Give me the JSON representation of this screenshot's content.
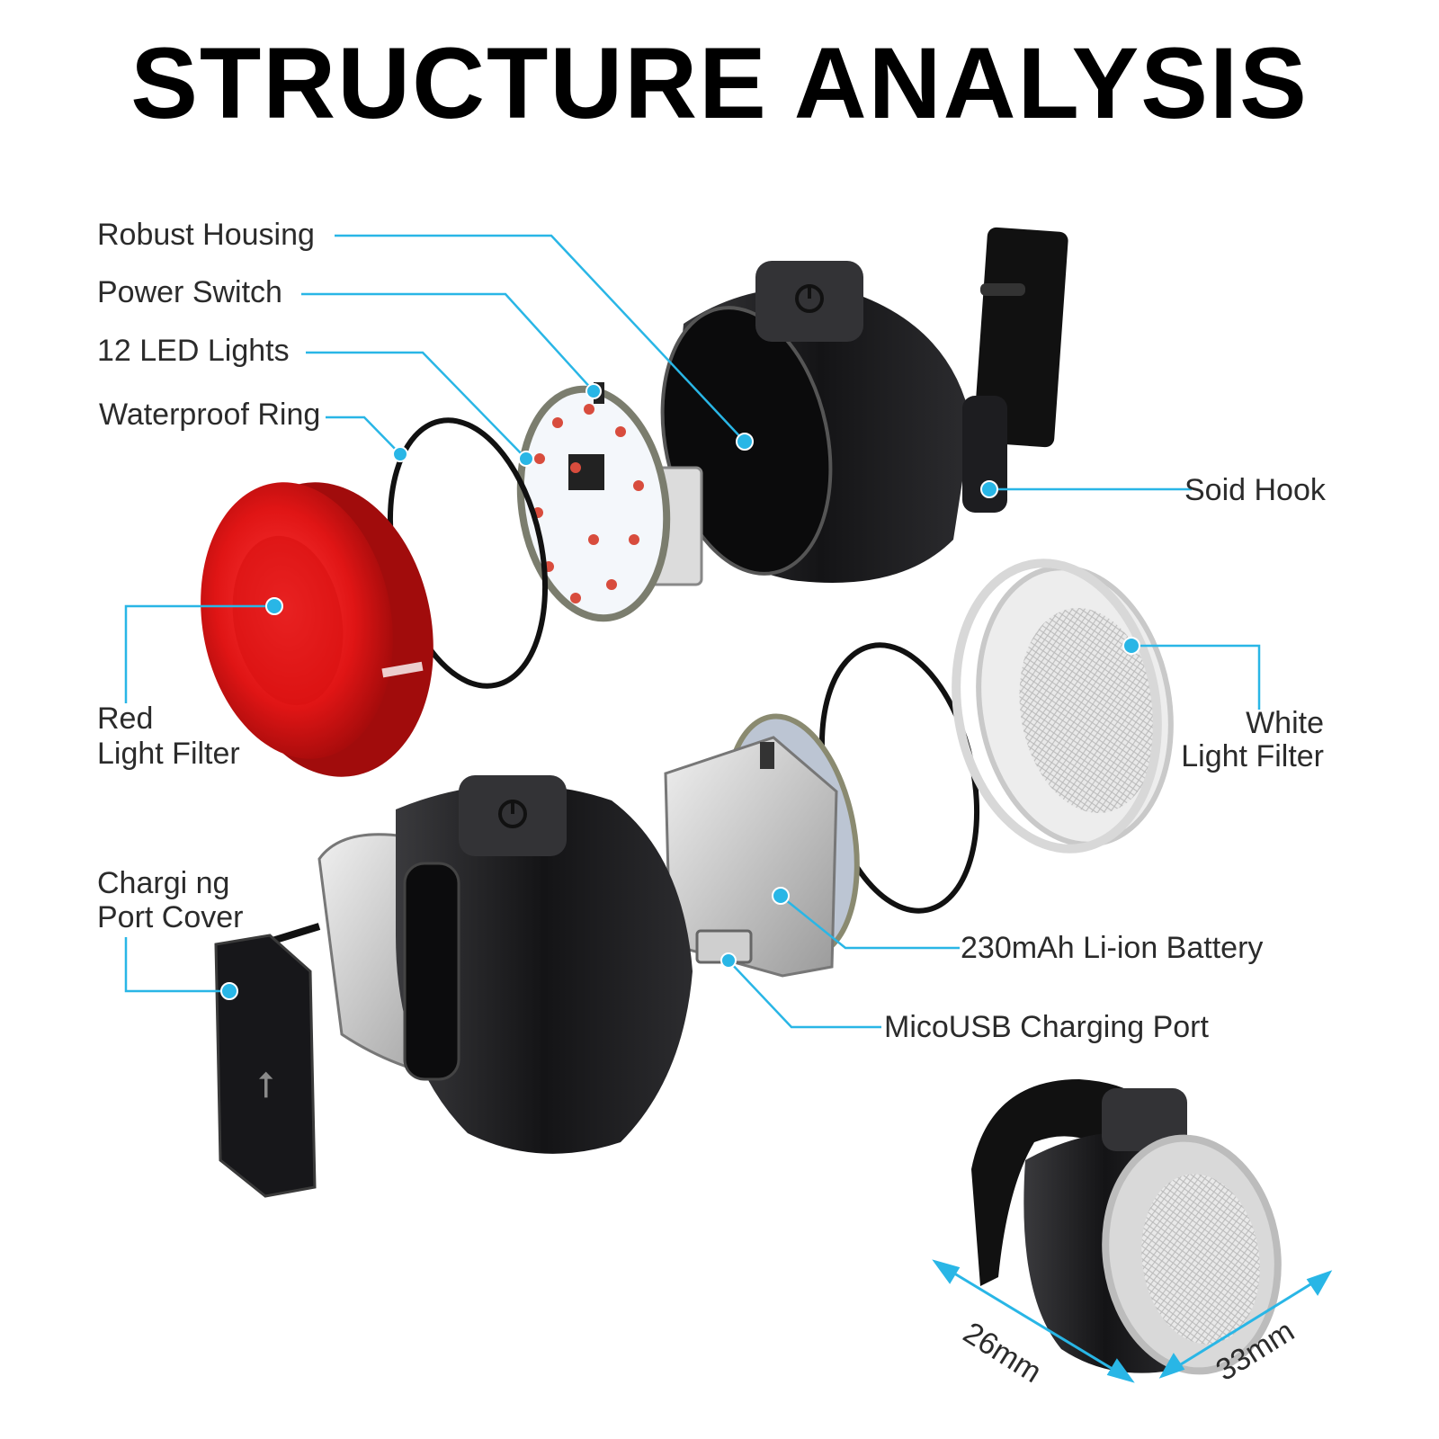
{
  "title": "STRUCTURE ANALYSIS",
  "labels": {
    "robust_housing": "Robust Housing",
    "power_switch": "Power Switch",
    "led_lights": "12 LED Lights",
    "waterproof_ring": "Waterproof Ring",
    "solid_hook": "Soid Hook",
    "red_filter_l1": "Red",
    "red_filter_l2": "Light Filter",
    "white_filter_l1": "White",
    "white_filter_l2": "Light Filter",
    "charging_cover_l1": "Chargi ng",
    "charging_cover_l2": "Port Cover",
    "battery": "230mAh Li-ion Battery",
    "usb_port": "MicoUSB Charging Port"
  },
  "dimensions": {
    "depth": "26mm",
    "diameter": "33mm"
  },
  "colors": {
    "callout": "#29b6e6",
    "red_filter": "#e31b1b",
    "housing": "#1c1c1e",
    "text": "#2b2b2b"
  }
}
